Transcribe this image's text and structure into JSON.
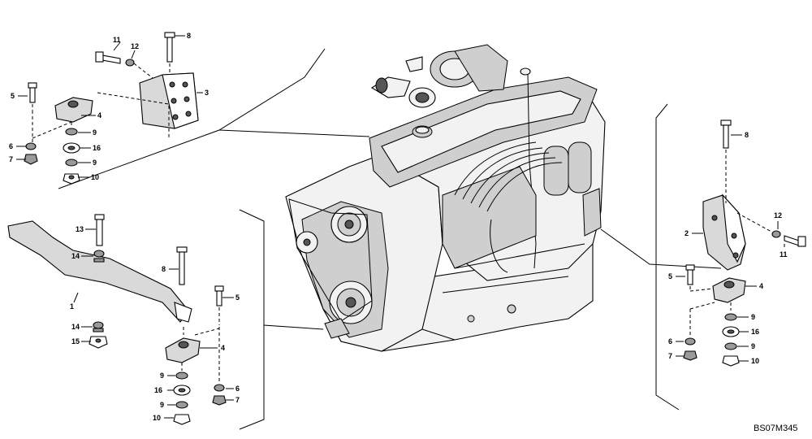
{
  "diagram": {
    "figure_code": "BS07M345",
    "labels": {
      "l1": "1",
      "l2": "2",
      "l3": "3",
      "l4": "4",
      "l5": "5",
      "l6": "6",
      "l7": "7",
      "l8": "8",
      "l9": "9",
      "l10": "10",
      "l11": "11",
      "l12": "12",
      "l13": "13",
      "l14": "14",
      "l15": "15",
      "l16": "16"
    }
  }
}
